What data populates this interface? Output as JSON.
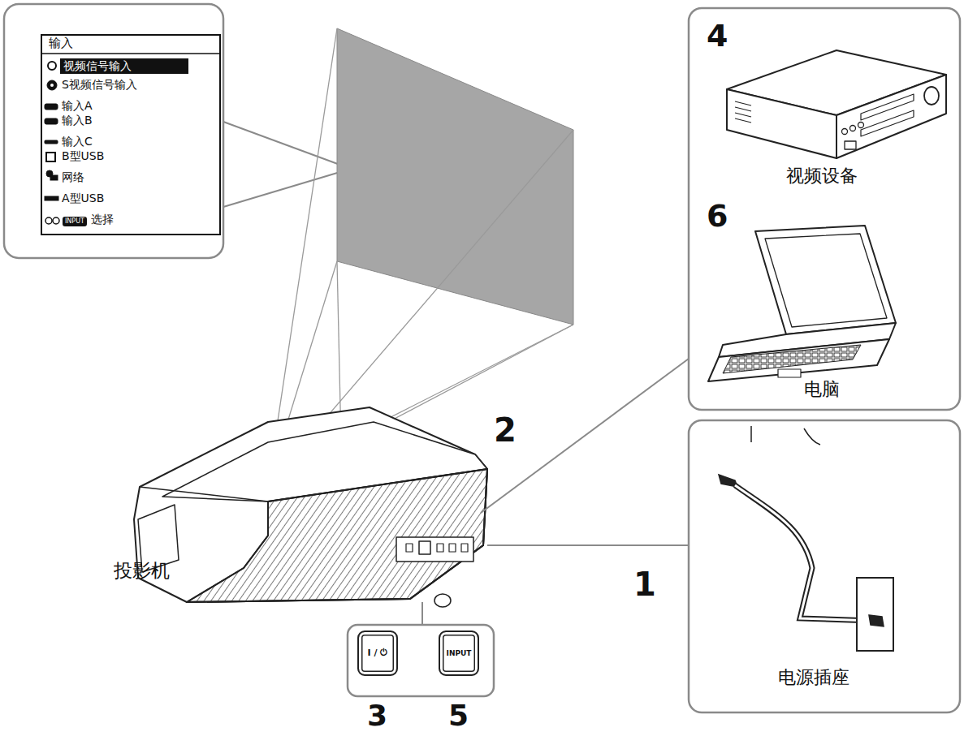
{
  "diagram": {
    "nodes": [
      {
        "text": [
          "输入",
          "视频信号输入",
          "S视频信号输入",
          "输入A",
          "输入B",
          "输入C",
          "B型USB",
          "网络",
          "A型USB",
          "INPUT",
          "选择"
        ]
      },
      {
        "text": [
          "4",
          "视频设备",
          "6",
          "电脑"
        ]
      },
      {
        "text": [
          "电源插座"
        ]
      },
      {
        "text": [
          "I / ⏻"
        ]
      },
      {
        "text": [
          "INPUT"
        ]
      }
    ],
    "labels": [
      "投影机",
      "1",
      "2",
      "3",
      "5"
    ]
  }
}
